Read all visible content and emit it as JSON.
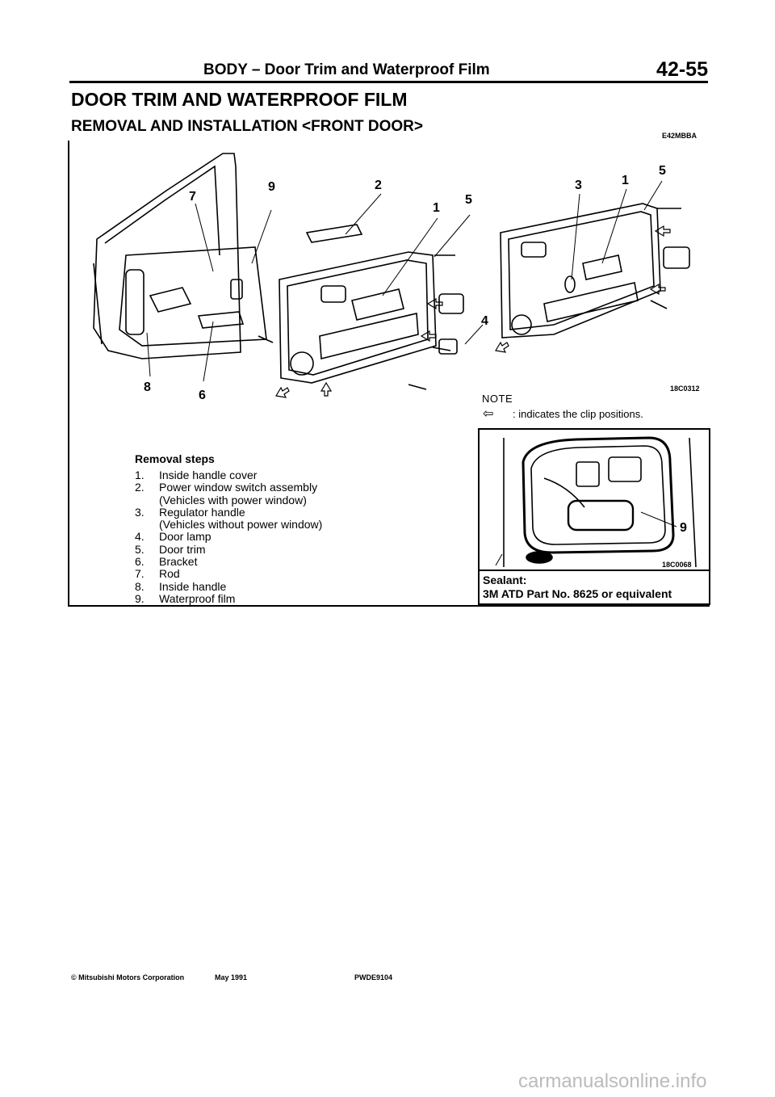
{
  "header": {
    "section": "BODY – Door Trim and Waterproof Film",
    "page": "42-55"
  },
  "title": "DOOR TRIM AND WATERPROOF FILM",
  "subtitle": "REMOVAL AND INSTALLATION <FRONT DOOR>",
  "ref_code": "E42MBBA",
  "figure": {
    "code": "18C0312",
    "callouts": [
      "7",
      "9",
      "2",
      "1",
      "5",
      "3",
      "1",
      "5",
      "4",
      "8",
      "6"
    ]
  },
  "note": {
    "label": "NOTE",
    "arrow_icon": "clip-position-arrow-icon",
    "arrow_glyph": "⇦",
    "text": ": indicates the clip positions."
  },
  "removal": {
    "title": "Removal steps",
    "steps": [
      {
        "num": "1.",
        "text": "Inside handle cover",
        "sub": ""
      },
      {
        "num": "2.",
        "text": "Power window switch assembly",
        "sub": "(Vehicles with power window)"
      },
      {
        "num": "3.",
        "text": "Regulator handle",
        "sub": "(Vehicles without power window)"
      },
      {
        "num": "4.",
        "text": "Door lamp",
        "sub": ""
      },
      {
        "num": "5.",
        "text": "Door trim",
        "sub": ""
      },
      {
        "num": "6.",
        "text": "Bracket",
        "sub": ""
      },
      {
        "num": "7.",
        "text": "Rod",
        "sub": ""
      },
      {
        "num": "8.",
        "text": "Inside handle",
        "sub": ""
      },
      {
        "num": "9.",
        "text": "Waterproof film",
        "sub": ""
      }
    ]
  },
  "inset": {
    "code": "18C0068",
    "callout": "9",
    "sealant_label": "Sealant:",
    "sealant_text": "3M ATD Part No. 8625 or equivalent"
  },
  "footer": {
    "copyright": "© Mitsubishi Motors Corporation",
    "date": "May 1991",
    "code": "PWDE9104"
  },
  "watermark": "carmanualsonline.info"
}
